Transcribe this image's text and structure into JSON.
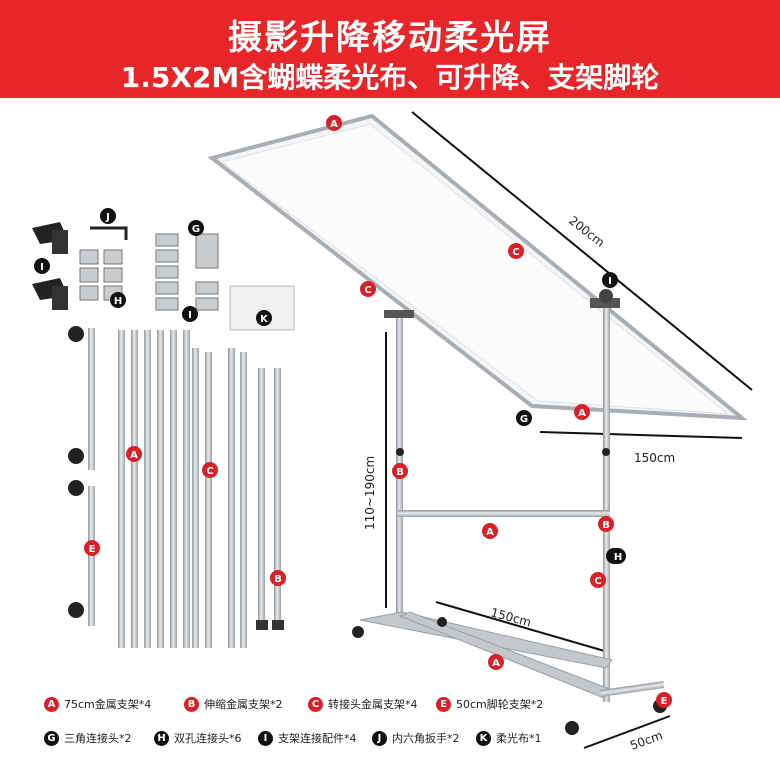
{
  "banner": {
    "title": "摄影升降移动柔光屏",
    "subtitle": "1.5X2M含蝴蝶柔光布、可升降、支架脚轮",
    "color": "#e8262a"
  },
  "dimensions": {
    "width_200": "200cm",
    "width_150_top": "150cm",
    "height_range": "110~190cm",
    "base_150": "150cm",
    "base_50": "50cm"
  },
  "parts_labels": {
    "A": "A",
    "B": "B",
    "C": "C",
    "E": "E",
    "G": "G",
    "H": "H",
    "I": "I",
    "J": "J",
    "K": "K"
  },
  "legend": [
    {
      "badge": "A",
      "text": "75cm金属支架*4",
      "style": "red"
    },
    {
      "badge": "B",
      "text": "伸缩金属支架*2",
      "style": "red"
    },
    {
      "badge": "C",
      "text": "转接头金属支架*4",
      "style": "red"
    },
    {
      "badge": "E",
      "text": "50cm脚轮支架*2",
      "style": "red"
    },
    {
      "badge": "G",
      "text": "三角连接头*2",
      "style": "blk"
    },
    {
      "badge": "H",
      "text": "双孔连接头*6",
      "style": "blk"
    },
    {
      "badge": "I",
      "text": "支架连接配件*4",
      "style": "blk"
    },
    {
      "badge": "J",
      "text": "内六角扳手*2",
      "style": "blk"
    },
    {
      "badge": "K",
      "text": "柔光布*1",
      "style": "blk"
    }
  ],
  "colors": {
    "accent_red": "#d92026",
    "metal": "#b8bcc2",
    "fabric": "#f4f5f7"
  }
}
